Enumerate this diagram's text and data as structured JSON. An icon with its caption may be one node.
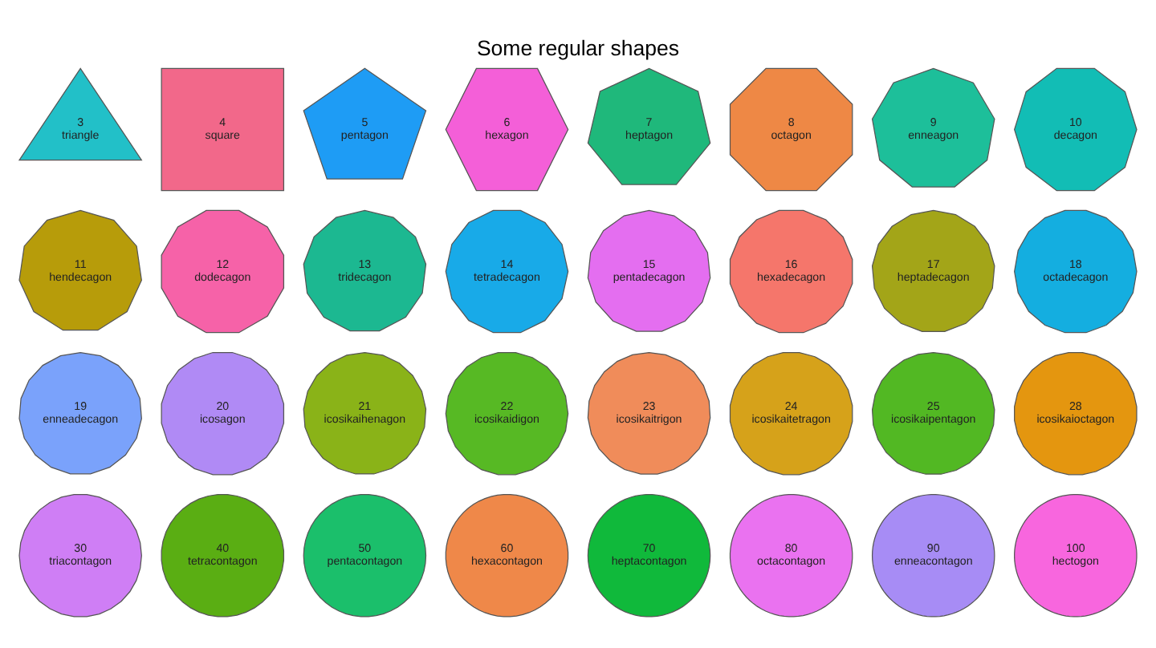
{
  "diagram": {
    "title": "Some regular shapes",
    "nodes": [
      {
        "text": [
          "3",
          "triangle"
        ]
      },
      {
        "text": [
          "4",
          "square"
        ]
      },
      {
        "text": [
          "5",
          "pentagon"
        ]
      },
      {
        "text": [
          "6",
          "hexagon"
        ]
      },
      {
        "text": [
          "7",
          "heptagon"
        ]
      },
      {
        "text": [
          "8",
          "octagon"
        ]
      },
      {
        "text": [
          "9",
          "enneagon"
        ]
      },
      {
        "text": [
          "10",
          "decagon"
        ]
      },
      {
        "text": [
          "11",
          "hendecagon"
        ]
      },
      {
        "text": [
          "12",
          "dodecagon"
        ]
      },
      {
        "text": [
          "13",
          "tridecagon"
        ]
      },
      {
        "text": [
          "14",
          "tetradecagon"
        ]
      },
      {
        "text": [
          "15",
          "pentadecagon"
        ]
      },
      {
        "text": [
          "16",
          "hexadecagon"
        ]
      },
      {
        "text": [
          "17",
          "heptadecagon"
        ]
      },
      {
        "text": [
          "18",
          "octadecagon"
        ]
      },
      {
        "text": [
          "19",
          "enneadecagon"
        ]
      },
      {
        "text": [
          "20",
          "icosagon"
        ]
      },
      {
        "text": [
          "21",
          "icosikaihenagon"
        ]
      },
      {
        "text": [
          "22",
          "icosikaidigon"
        ]
      },
      {
        "text": [
          "23",
          "icosikaitrigon"
        ]
      },
      {
        "text": [
          "24",
          "icosikaitetragon"
        ]
      },
      {
        "text": [
          "25",
          "icosikaipentagon"
        ]
      },
      {
        "text": [
          "28",
          "icosikaioctagon"
        ]
      },
      {
        "text": [
          "30",
          "triacontagon"
        ]
      },
      {
        "text": [
          "40",
          "tetracontagon"
        ]
      },
      {
        "text": [
          "50",
          "pentacontagon"
        ]
      },
      {
        "text": [
          "60",
          "hexacontagon"
        ]
      },
      {
        "text": [
          "70",
          "heptacontagon"
        ]
      },
      {
        "text": [
          "80",
          "octacontagon"
        ]
      },
      {
        "text": [
          "90",
          "enneacontagon"
        ]
      },
      {
        "text": [
          "100",
          "hectogon"
        ]
      }
    ]
  }
}
